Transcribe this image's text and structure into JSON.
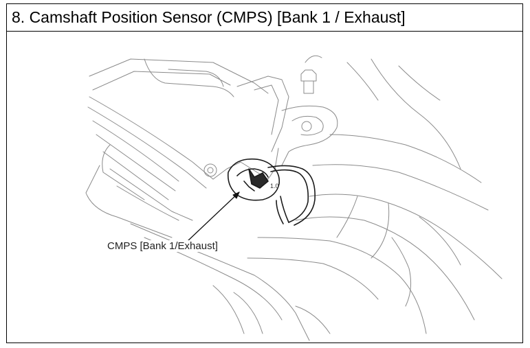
{
  "title": "8. Camshaft Position Sensor (CMPS) [Bank 1 / Exhaust]",
  "diagram": {
    "callout_label": "CMPS [Bank 1/Exhaust]",
    "sensor_marking": "1.0",
    "icon": "engine-sensor-illustration"
  }
}
